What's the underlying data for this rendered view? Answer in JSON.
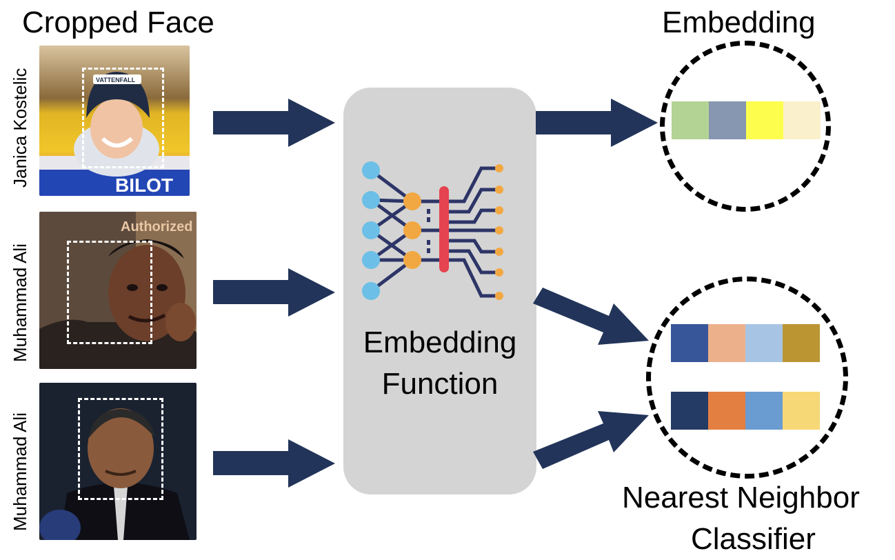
{
  "headings": {
    "cropped_face": "Cropped Face",
    "embedding": "Embedding",
    "nearest_neighbor_line1": "Nearest Neighbor",
    "nearest_neighbor_line2": "Classifier"
  },
  "faces": [
    {
      "name": "Janica Kostelic",
      "photo_text_1": "VATTENFALL",
      "photo_text_2": "BILOT"
    },
    {
      "name": "Muhammad Ali",
      "photo_text_1": "Authorized By:"
    },
    {
      "name": "Muhammad Ali"
    }
  ],
  "embedding_function": {
    "line1": "Embedding",
    "line2": "Function",
    "icon": "neural-network-icon"
  },
  "embedding_vector_colors": [
    "#b3d394",
    "#8796b1",
    "#fdfd4d",
    "#fbf0cc"
  ],
  "nn_vectors": [
    [
      "#37569a",
      "#ecb08b",
      "#a8c4e4",
      "#bb9532"
    ],
    [
      "#243b66",
      "#e37f41",
      "#6a9bd1",
      "#f7d876"
    ]
  ],
  "colors": {
    "arrow": "#223459",
    "node_blue": "#6cbfe6",
    "node_orange": "#f2a842",
    "node_red": "#e5434f",
    "wire": "#2d3567"
  }
}
